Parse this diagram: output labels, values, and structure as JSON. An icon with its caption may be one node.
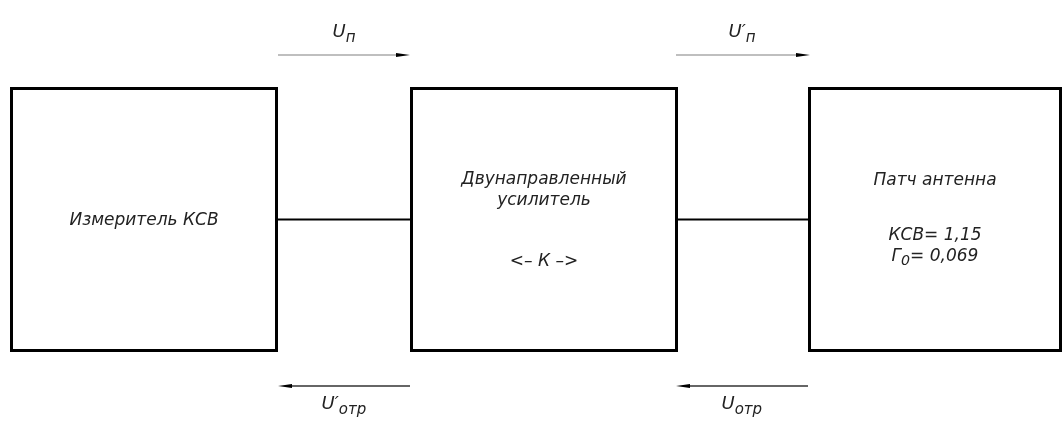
{
  "diagram": {
    "nodes": [
      {
        "text": [
          "Измеритель КСВ"
        ]
      },
      {
        "text": [
          "Двунаправленный усилитель",
          "<– К –>"
        ]
      },
      {
        "text": [
          "Патч антенна",
          "КСВ= 1,15",
          "Γ$_{0}$= 0,069"
        ]
      }
    ],
    "edges": [
      {
        "from": 0,
        "to": 1,
        "arrow": "none"
      },
      {
        "from": 1,
        "to": 2,
        "arrow": "none"
      }
    ],
    "labels": [
      "U$_{п}$",
      "U′$_{п}$",
      "U′$_{отр}$",
      "U$_{отр}$"
    ]
  }
}
